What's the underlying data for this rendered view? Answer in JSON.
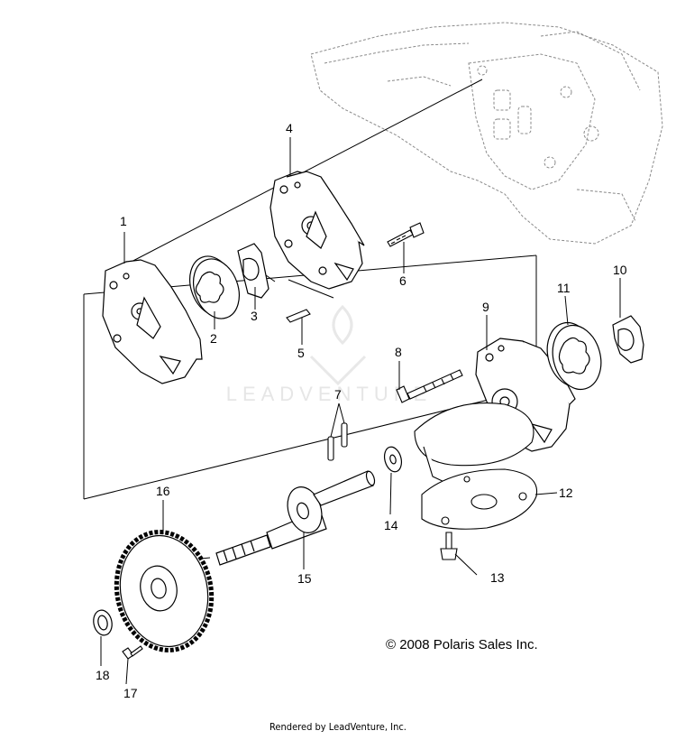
{
  "diagram": {
    "callouts": [
      {
        "id": "1",
        "label": "1"
      },
      {
        "id": "2",
        "label": "2"
      },
      {
        "id": "3",
        "label": "3"
      },
      {
        "id": "4",
        "label": "4"
      },
      {
        "id": "5",
        "label": "5"
      },
      {
        "id": "6",
        "label": "6"
      },
      {
        "id": "7",
        "label": "7"
      },
      {
        "id": "8",
        "label": "8"
      },
      {
        "id": "9",
        "label": "9"
      },
      {
        "id": "10",
        "label": "10"
      },
      {
        "id": "11",
        "label": "11"
      },
      {
        "id": "12",
        "label": "12"
      },
      {
        "id": "13",
        "label": "13"
      },
      {
        "id": "14",
        "label": "14"
      },
      {
        "id": "15",
        "label": "15"
      },
      {
        "id": "16",
        "label": "16"
      },
      {
        "id": "17",
        "label": "17"
      },
      {
        "id": "18",
        "label": "18"
      }
    ],
    "copyright": "© 2008 Polaris Sales Inc.",
    "watermark": "LEADVENTURE",
    "footer": "Rendered by LeadVenture, Inc."
  },
  "colors": {
    "line": "#000000",
    "ghost": "#7a7a7a",
    "watermark": "#e6e6e6"
  }
}
